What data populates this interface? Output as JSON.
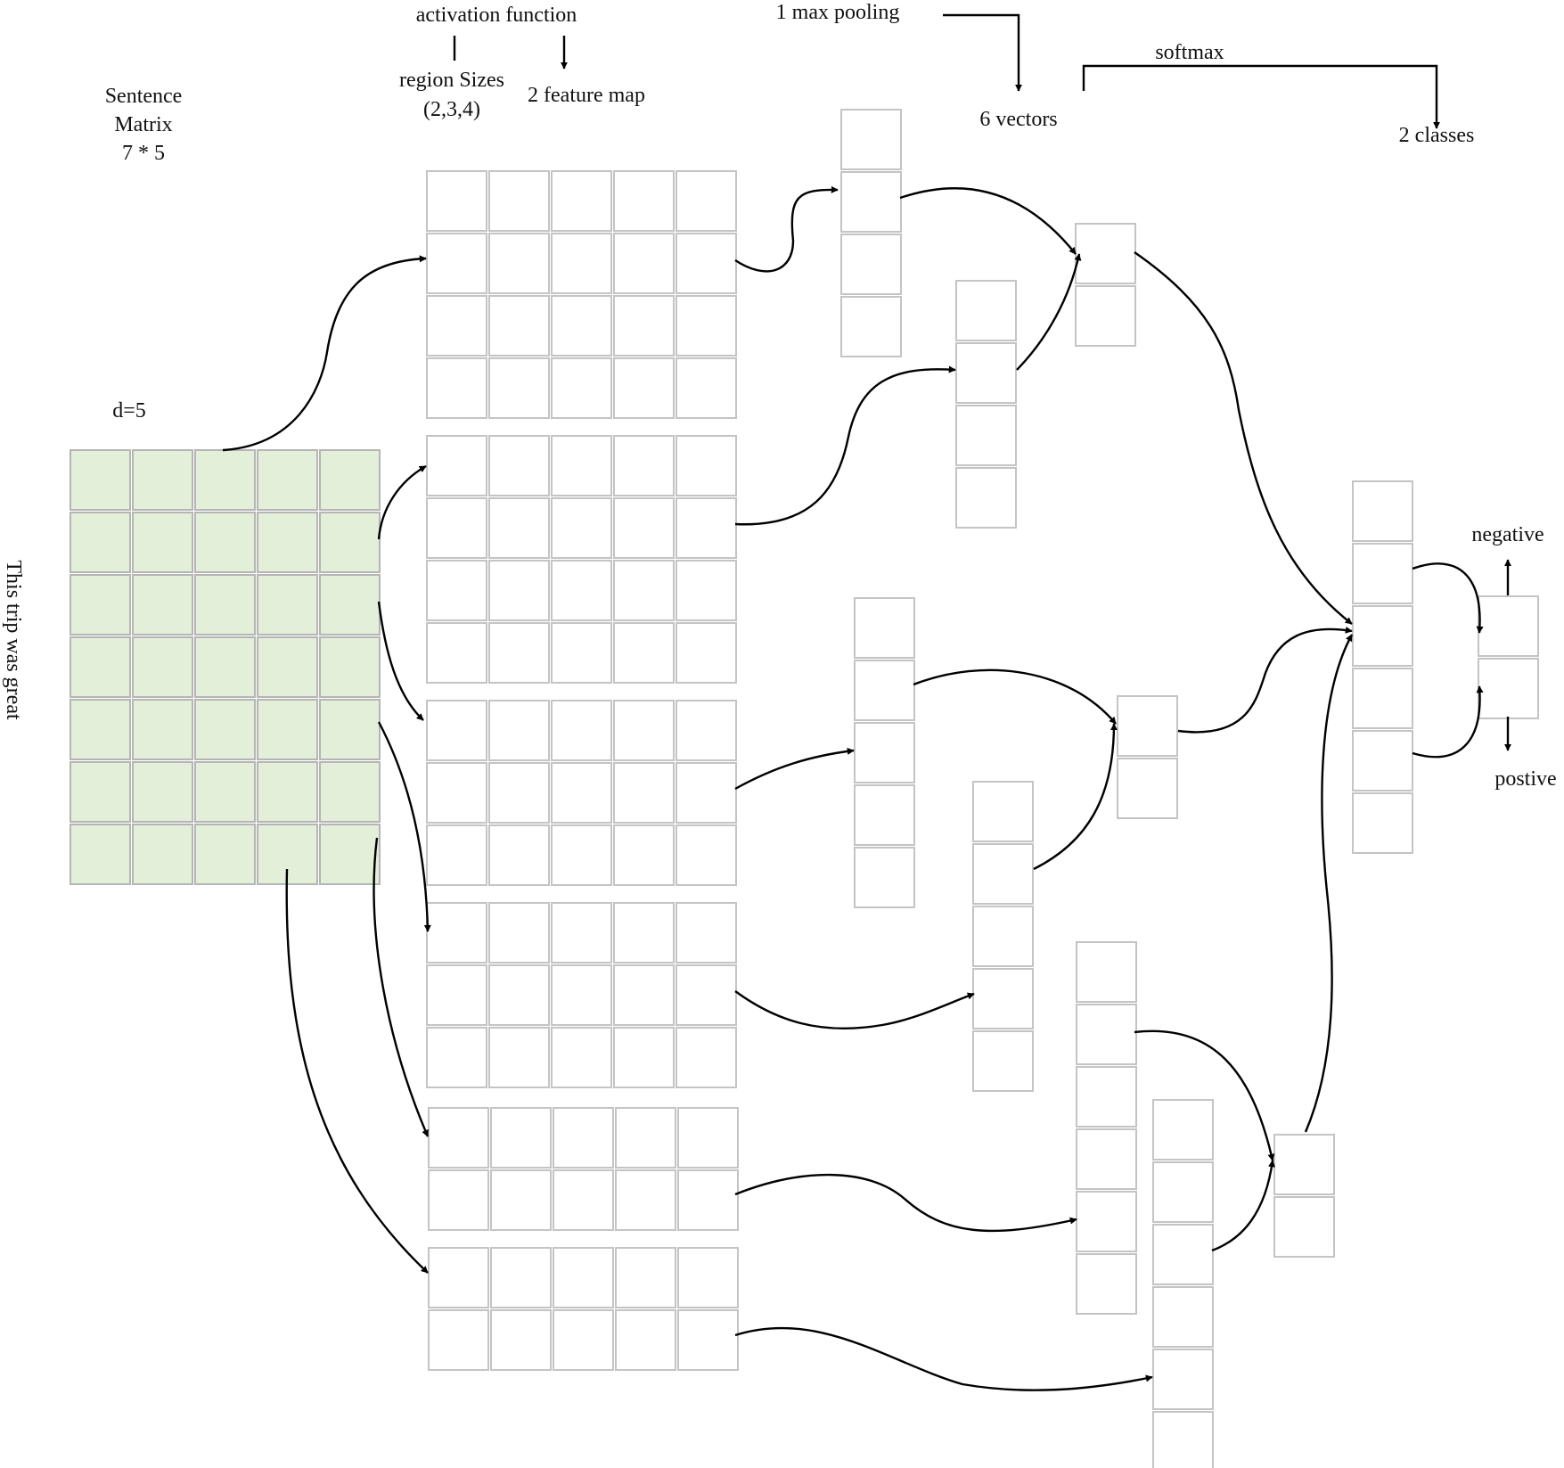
{
  "labels": {
    "sentence_matrix_line1": "Sentence",
    "sentence_matrix_line2": "Matrix",
    "sentence_matrix_line3": "7 * 5",
    "dimension": "d=5",
    "sentence": "This trip was great",
    "activation_function": "activation function",
    "region_sizes_line1": "region Sizes",
    "region_sizes_line2": "(2,3,4)",
    "feature_map": "2 feature map",
    "max_pooling": "1 max pooling",
    "vectors": "6 vectors",
    "softmax": "softmax",
    "classes": "2 classes",
    "negative": "negative",
    "positive": "postive"
  },
  "sentence_matrix": {
    "rows": 7,
    "cols": 5
  },
  "filters": [
    {
      "rows": 4,
      "cols": 5
    },
    {
      "rows": 4,
      "cols": 5
    },
    {
      "rows": 3,
      "cols": 5
    },
    {
      "rows": 3,
      "cols": 5
    },
    {
      "rows": 2,
      "cols": 5
    },
    {
      "rows": 2,
      "cols": 5
    }
  ],
  "feature_maps": [
    {
      "rows": 4
    },
    {
      "rows": 4
    },
    {
      "rows": 5
    },
    {
      "rows": 5
    },
    {
      "rows": 6
    },
    {
      "rows": 6
    }
  ],
  "pooled_vectors": [
    {
      "rows": 2
    },
    {
      "rows": 2
    },
    {
      "rows": 2
    }
  ],
  "concat_vector": {
    "rows": 6
  },
  "output": {
    "rows": 2
  },
  "colors": {
    "matrix_fill": "#e3efd9",
    "cell_stroke": "#c4c4c4",
    "arrow": "#000000"
  }
}
